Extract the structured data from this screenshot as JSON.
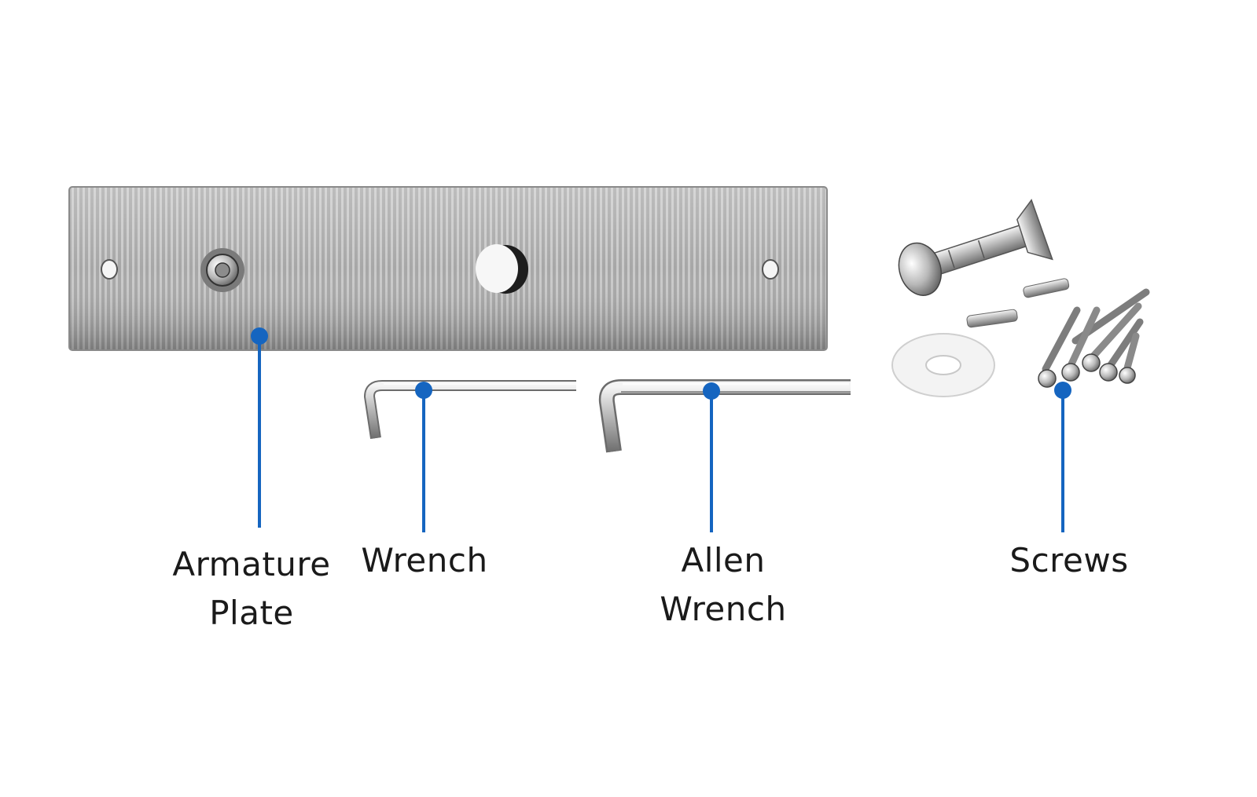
{
  "labels": {
    "armature_plate": {
      "line1": "Armature",
      "line2": "Plate"
    },
    "wrench": {
      "line1": "Wrench"
    },
    "allen_wrench": {
      "line1": "Allen",
      "line2": "Wrench"
    },
    "screws": {
      "line1": "Screws"
    }
  },
  "colors": {
    "callout": "#1565c0",
    "text": "#1a1a1a",
    "background": "#ffffff",
    "metal": "#a9a9a9"
  }
}
